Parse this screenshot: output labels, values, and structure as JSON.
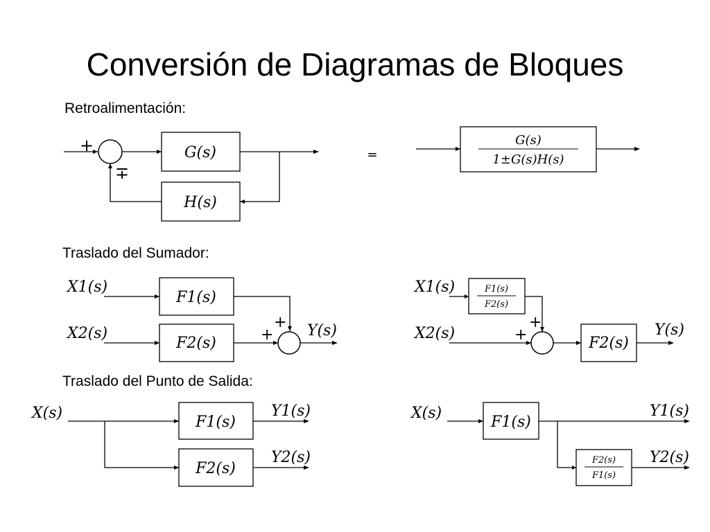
{
  "title": "Conversión de Diagramas de Bloques",
  "sections": {
    "feedback": "Retroalimentación:",
    "summer": "Traslado del Sumador:",
    "takeoff": "Traslado del Punto de Salida:"
  },
  "feedback": {
    "G": "G(s)",
    "H": "H(s)",
    "plus": "+",
    "minus_plus": "∓",
    "equals": "=",
    "result_num": "G(s)",
    "result_den": "1±G(s)H(s)"
  },
  "summer_move": {
    "x1": "X1(s)",
    "x2": "X2(s)",
    "f1": "F1(s)",
    "f2": "F2(s)",
    "y": "Y(s)",
    "plus": "+",
    "ratio_num": "F1(s)",
    "ratio_den": "F2(s)"
  },
  "takeoff_move": {
    "x": "X(s)",
    "f1": "F1(s)",
    "f2": "F2(s)",
    "y1": "Y1(s)",
    "y2": "Y2(s)",
    "ratio_num": "F2(s)",
    "ratio_den": "F1(s)"
  }
}
